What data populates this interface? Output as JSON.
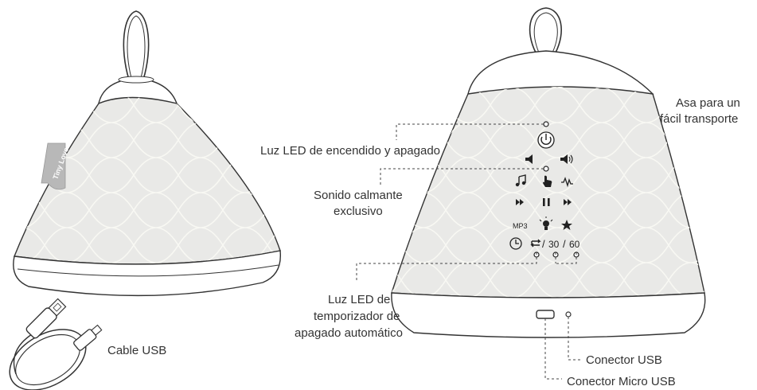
{
  "brand_tag": "Tiny Love",
  "panel": {
    "mp3": "MP3",
    "timer_30": "30",
    "timer_60": "60",
    "slash": "/"
  },
  "icons": {
    "power": "power-icon",
    "volume_down": "volume-down-icon",
    "volume_up": "volume-up-icon",
    "music": "music-note-icon",
    "touch": "touch-hand-icon",
    "soundwave": "soundwave-icon",
    "previous": "previous-icon",
    "pause": "pause-icon",
    "next": "next-icon",
    "light": "light-bulb-icon",
    "favorite": "star-icon",
    "clock": "clock-icon",
    "repeat": "repeat-icon"
  },
  "labels": {
    "power_led": "Luz LED de encendido y apagado",
    "calming_sound_1": "Sonido calmante",
    "calming_sound_2": "exclusivo",
    "timer_led_1": "Luz LED de",
    "timer_led_2": "temporizador de",
    "timer_led_3": "apagado automático",
    "handle_1": "Asa para un",
    "handle_2": "fácil transporte",
    "usb_connector": "Conector USB",
    "micro_usb_connector": "Conector Micro USB",
    "usb_cable": "Cable USB"
  },
  "colors": {
    "fabric": "#e9e9e7",
    "fabric_line": "#f7f7f2",
    "outline": "#333333",
    "tag": "#b8b8b8"
  }
}
